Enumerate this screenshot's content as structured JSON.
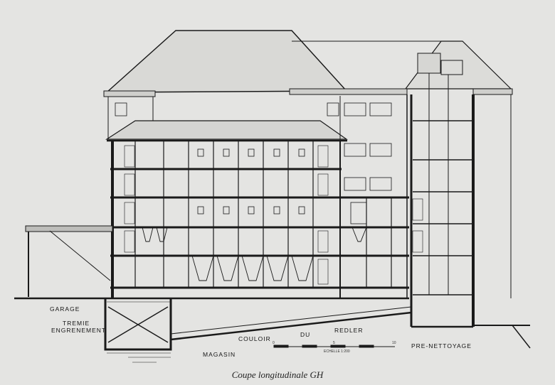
{
  "caption": "Coupe longitudinale GH",
  "labels": {
    "garage": "GARAGE",
    "tremie": "TREMIE",
    "engrenement": "ENGRENEMENT",
    "couloir": "COULOIR",
    "du": "DU",
    "redler": "REDLER",
    "magasin": "MAGASIN",
    "pre_nettoyage": "PRE-NETTOYAGE"
  },
  "scale": {
    "title": "ECHELLE 1:200",
    "ticks": [
      "0",
      "5",
      "10"
    ]
  }
}
